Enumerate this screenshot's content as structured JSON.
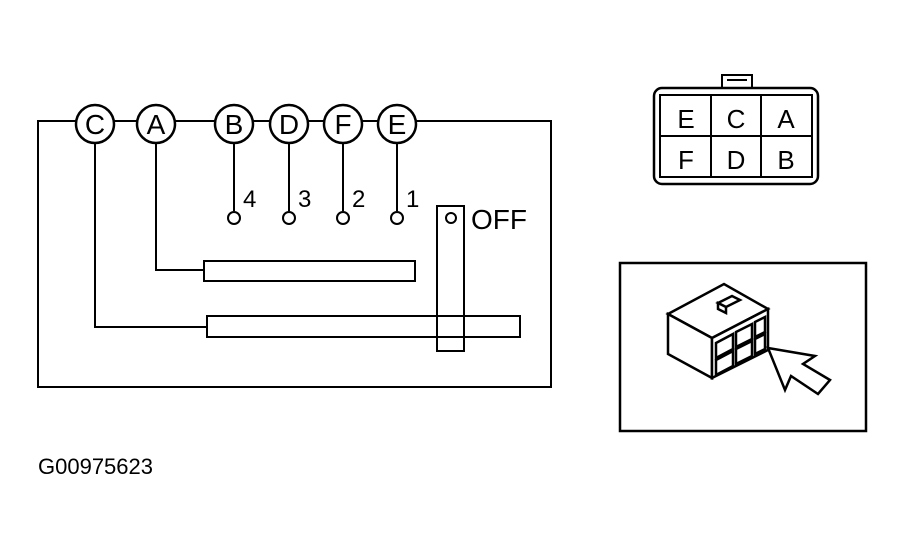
{
  "switch": {
    "terminals": [
      "C",
      "A",
      "B",
      "D",
      "F",
      "E"
    ],
    "positions": [
      "4",
      "3",
      "2",
      "1"
    ],
    "off_label": "OFF"
  },
  "connector_face": {
    "top_row": [
      "E",
      "C",
      "A"
    ],
    "bottom_row": [
      "F",
      "D",
      "B"
    ]
  },
  "figure_code": "G00975623"
}
